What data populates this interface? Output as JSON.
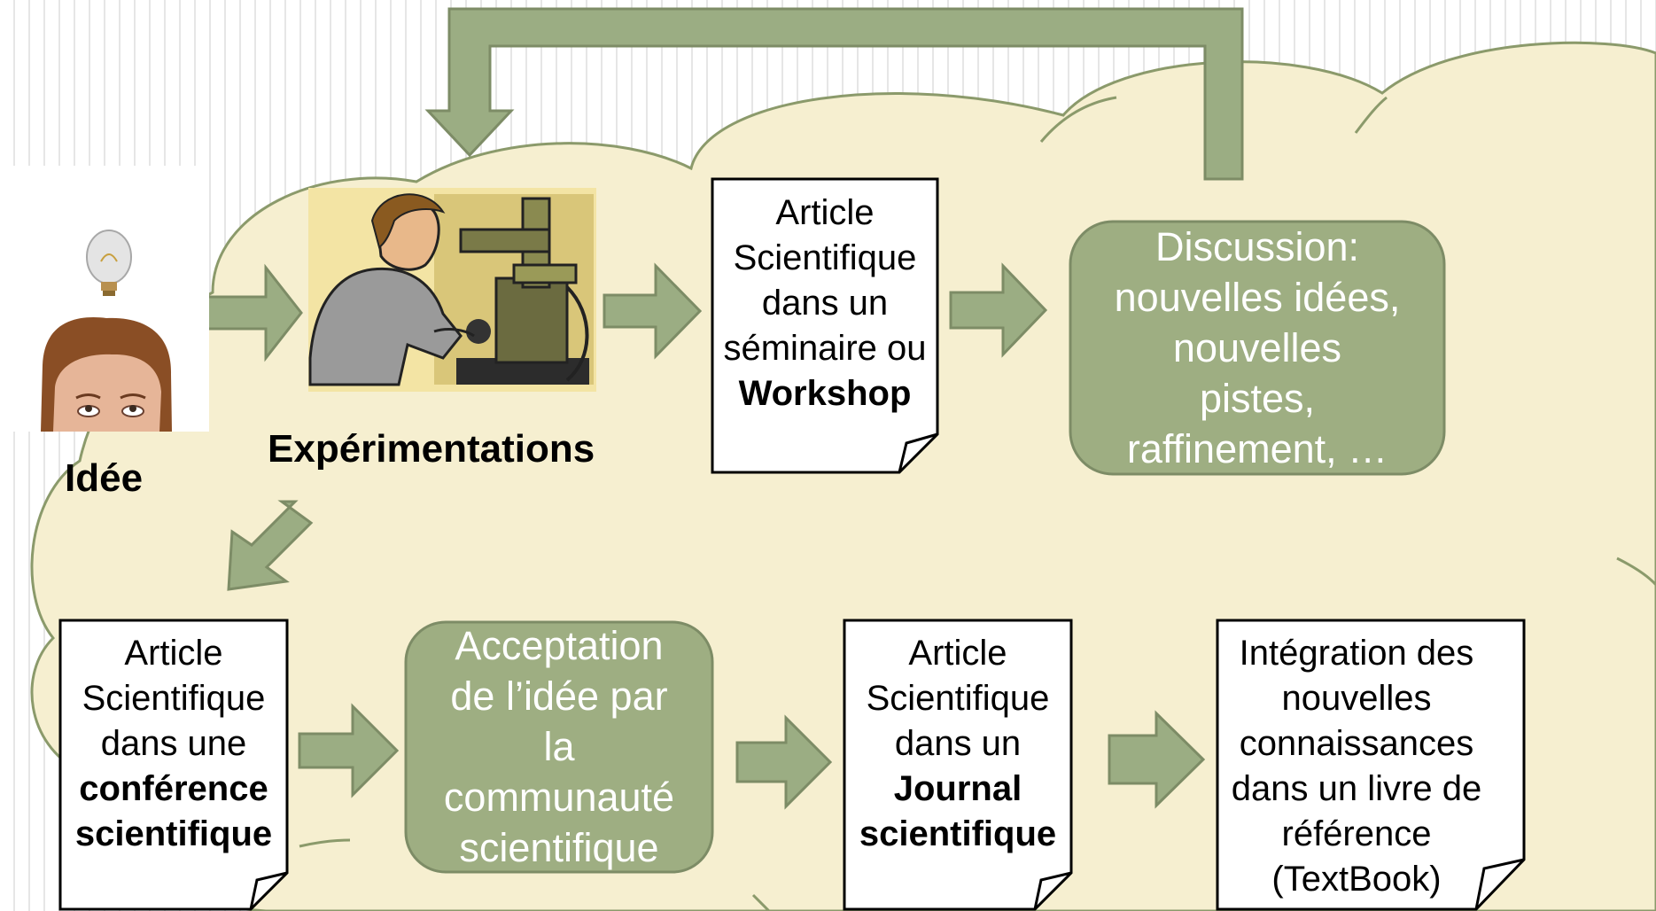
{
  "idea": {
    "label": "Idée"
  },
  "experiments": {
    "label": "Expérimentations"
  },
  "workshop_article": {
    "line1": "Article",
    "line2": "Scientifique",
    "line3": "dans un",
    "line4": "séminaire ou",
    "line5": "Workshop"
  },
  "discussion": {
    "line1": "Discussion:",
    "line2": "nouvelles idées,",
    "line3": "nouvelles",
    "line4": "pistes,",
    "line5": "raffinement, …"
  },
  "conference_article": {
    "line1": "Article",
    "line2": "Scientifique",
    "line3": "dans une",
    "line4": "conférence",
    "line5": "scientifique"
  },
  "acceptance": {
    "line1": "Acceptation",
    "line2": "de l’idée par",
    "line3": "la",
    "line4": "communauté",
    "line5": "scientifique"
  },
  "journal_article": {
    "line1": "Article",
    "line2": "Scientifique",
    "line3": "dans un",
    "line4": "Journal",
    "line5": "scientifique"
  },
  "textbook": {
    "line1": "Intégration des",
    "line2": "nouvelles",
    "line3": "connaissances",
    "line4": "dans un livre de",
    "line5": "référence",
    "line6": "(TextBook)"
  },
  "colors": {
    "cloud_fill": "#f6efd0",
    "cloud_stroke": "#8b9a6b",
    "arrow": "#9bad83",
    "arrow_stroke": "#7d8c66",
    "green_box": "#9eae82"
  }
}
